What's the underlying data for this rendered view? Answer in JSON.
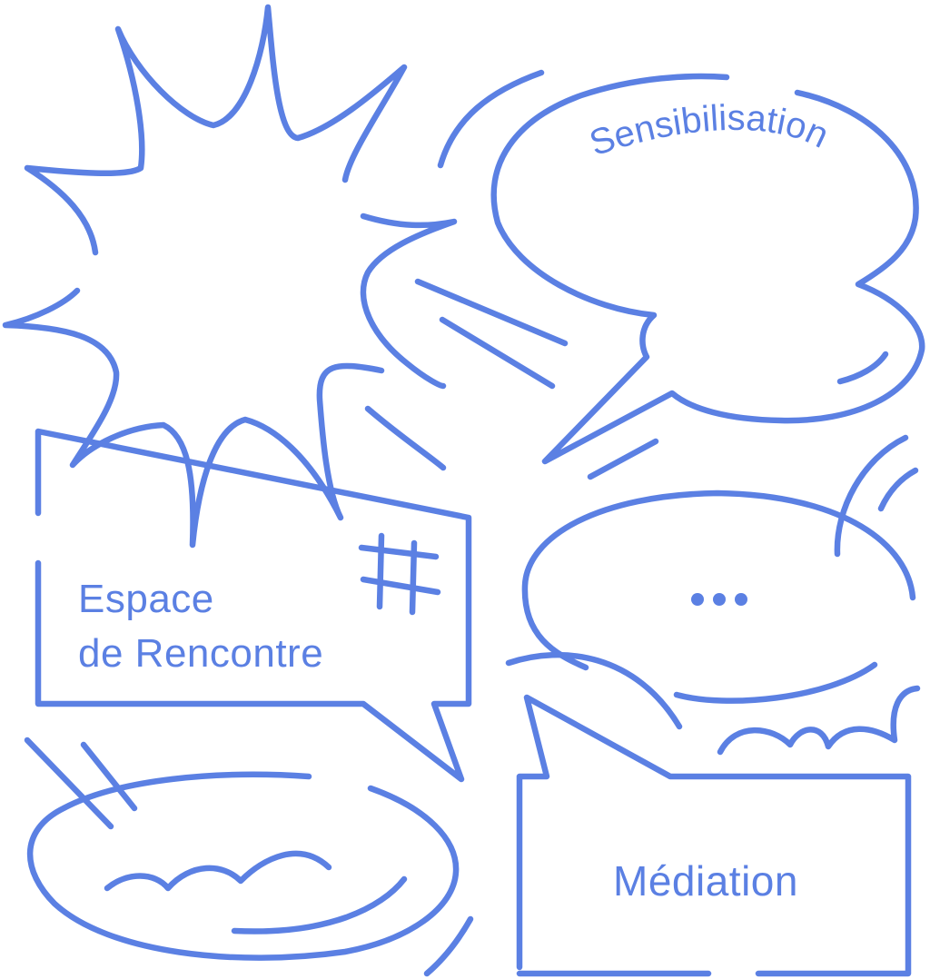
{
  "palette": {
    "line": "#5b80e3",
    "background": "#ffffff"
  },
  "labels": {
    "sensibilisation": "Sensibilisation",
    "espace_line1": "Espace",
    "espace_line2": "de Rencontre",
    "mediation": "Médiation",
    "ellipsis": "..."
  },
  "icons": {
    "burst": "starburst-speech-icon",
    "hashtag": "hashtag-icon",
    "ellipsis": "ellipsis-dots-icon"
  }
}
